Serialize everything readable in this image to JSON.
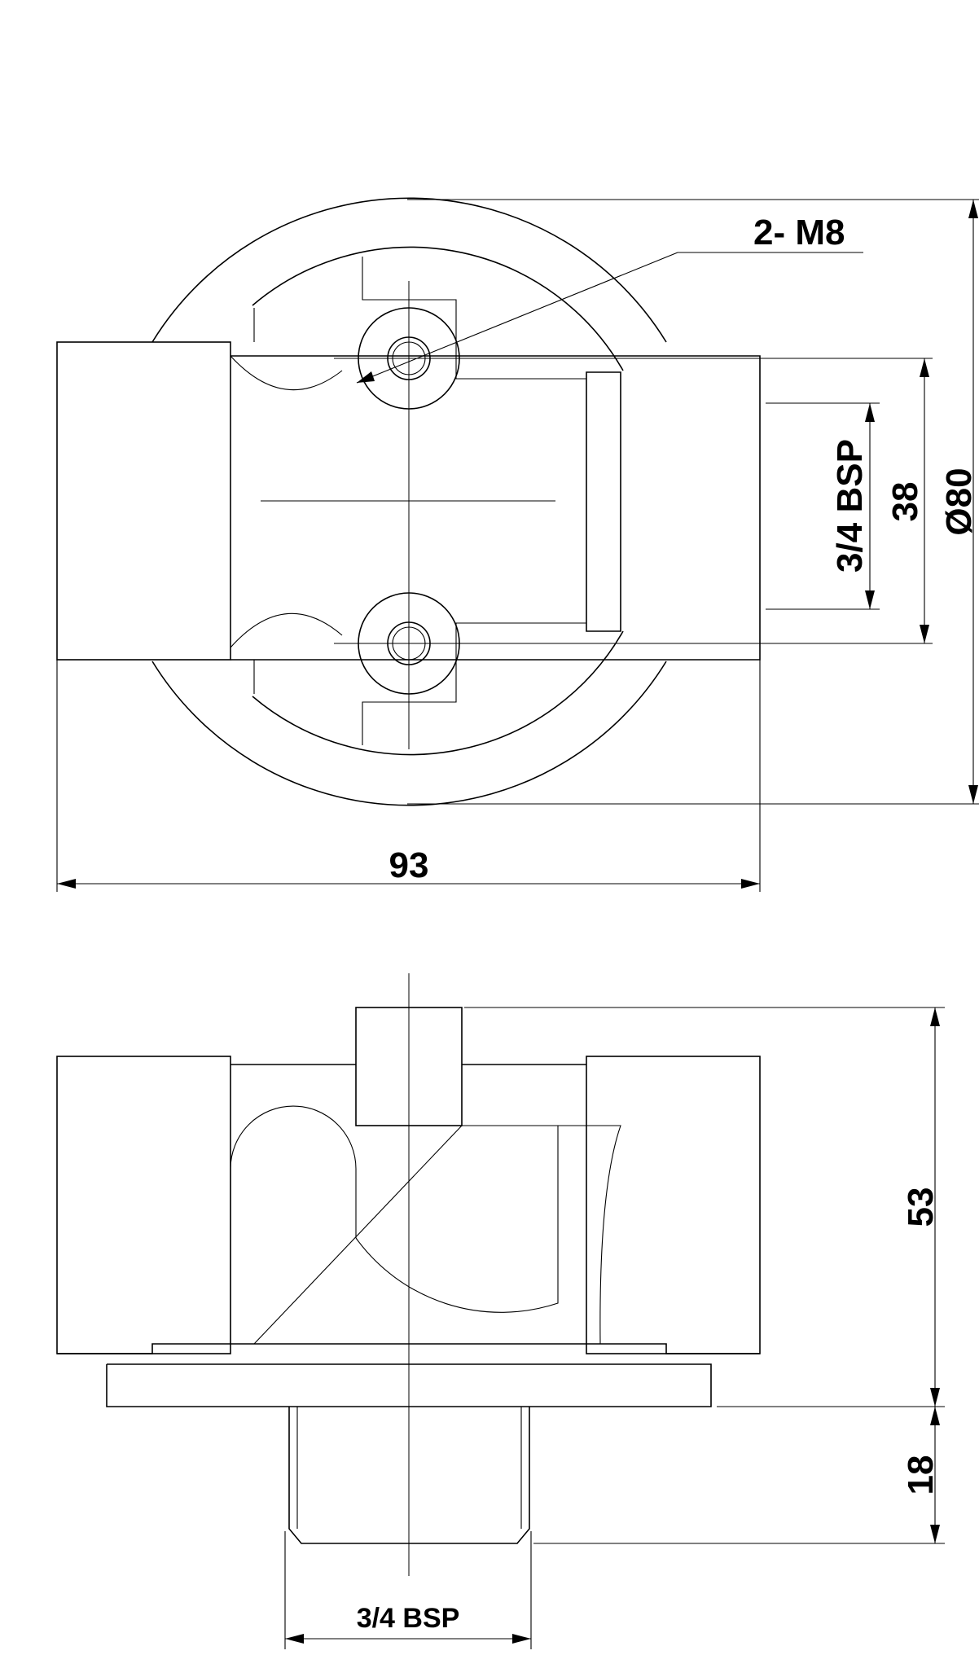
{
  "top_view": {
    "thread_callout": "2- M8",
    "dim_width": "93",
    "dim_port_thread": "3/4  BSP",
    "dim_port_spacing": "38",
    "dim_diameter": "Ø80"
  },
  "side_view": {
    "dim_height": "53",
    "dim_thread_length": "18",
    "dim_thread_size": "3/4 BSP"
  }
}
